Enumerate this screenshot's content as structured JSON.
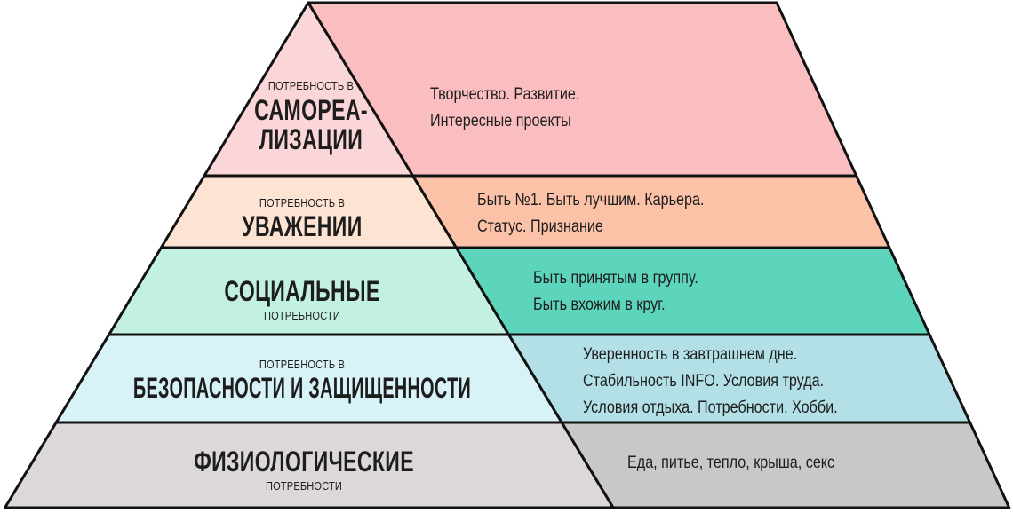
{
  "title": "Пирамида потребностей",
  "levels": [
    {
      "prefix": "ПОТРЕБНОСТЬ В",
      "name_line1": "САМОРЕА-",
      "name_line2": "ЛИЗАЦИИ",
      "desc": [
        "Творчество. Развитие.",
        "Интересные проекты"
      ],
      "front": "#fbd6d8",
      "back": "#fbbec0"
    },
    {
      "prefix": "ПОТРЕБНОСТЬ В",
      "name": "УВАЖЕНИИ",
      "desc": [
        "Быть №1. Быть лучшим. Карьера.",
        "Статус. Признание"
      ],
      "front": "#fde3d2",
      "back": "#fbc2a8"
    },
    {
      "name": "СОЦИАЛЬНЫЕ",
      "suffix": "ПОТРЕБНОСТИ",
      "desc": [
        "Быть принятым в группу.",
        "Быть вхожим в круг."
      ],
      "front": "#c3f1e1",
      "back": "#5dd5bc"
    },
    {
      "prefix": "ПОТРЕБНОСТЬ В",
      "name": "БЕЗОПАСНОСТИ И ЗАЩИЩЕННОСТИ",
      "desc": [
        "Уверенность в завтрашнем дне.",
        "Стабильность INFO. Условия труда.",
        "Условия отдыха. Потребности. Хобби."
      ],
      "front": "#d8f3f7",
      "back": "#b2e0e6"
    },
    {
      "name": "ФИЗИОЛОГИЧЕСКИЕ",
      "suffix": "ПОТРЕБНОСТИ",
      "desc": [
        "Еда, питье, тепло, крыша, секс"
      ],
      "front": "#dcd8d9",
      "back": "#c8c8c8"
    }
  ]
}
